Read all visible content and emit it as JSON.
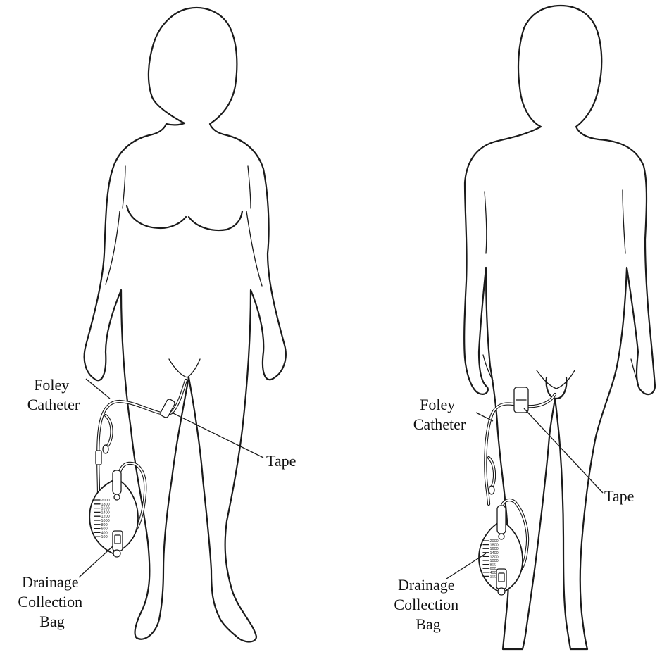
{
  "female": {
    "catheter_label": [
      "Foley",
      "Catheter"
    ],
    "tape_label": "Tape",
    "bag_label": [
      "Drainage",
      "Collection",
      "Bag"
    ]
  },
  "male": {
    "catheter_label": [
      "Foley",
      "Catheter"
    ],
    "tape_label": "Tape",
    "bag_label": [
      "Drainage",
      "Collection",
      "Bag"
    ]
  },
  "bag_scale": [
    "2000",
    "1800",
    "1600",
    "1400",
    "1200",
    "1000",
    "800",
    "600",
    "400",
    "100"
  ]
}
